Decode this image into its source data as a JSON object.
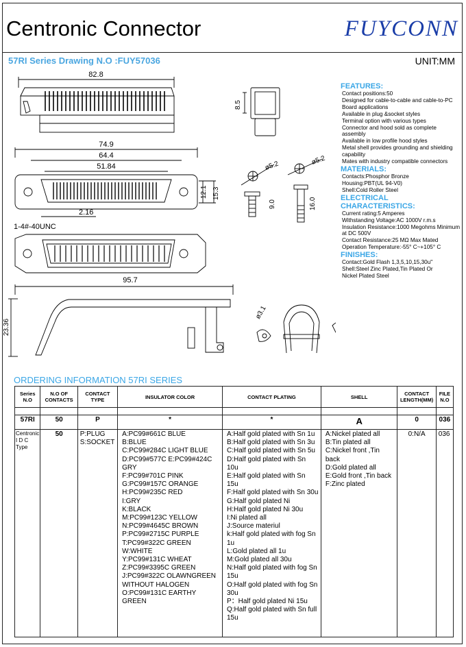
{
  "header": {
    "title": "Centronic Connector",
    "brand": "FUYCONN",
    "series_line": "57RI Series   Drawing N.O :FUY57036",
    "unit": "UNIT:MM"
  },
  "drawing": {
    "dim_82_8": "82.8",
    "dim_8_5": "8.5",
    "dim_74_9": "74.9",
    "dim_64_4": "64.4",
    "dim_51_84": "51.84",
    "dim_12_1": "12.1",
    "dim_15_3": "15.3",
    "dim_2_16": "2.16",
    "dim_thread": "1-4#-40UNC",
    "dim_phi52_a": "ø5.2",
    "dim_phi52_b": "ø5.2",
    "dim_9_0": "9.0",
    "dim_16_0": "16.0",
    "dim_95_7": "95.7",
    "dim_23_36": "23.36",
    "dim_phi31": "ø3.1"
  },
  "features": {
    "h_features": "FEATURES:",
    "features": [
      "Contact positions:50",
      "Designed for cable-to-cable and cable-to-PC",
      "Board applications",
      "Available in plug &socket styles",
      "Terminal option with various types",
      "Connector and hood sold as complete",
      " assembly",
      "Available in low profile hood styles",
      "Metal shell provides grounding and shielding",
      "capability",
      "Mates with industry compatible connectors"
    ],
    "h_materials": "MATERIALS:",
    "materials": [
      "Contacts:Phosphor Bronze",
      "Housing:PBT(UL 94-V0)",
      "Shell:Cold Roller Steel"
    ],
    "h_electrical": "ELECTRICAL CHARACTERISTICS:",
    "electrical": [
      "Current rating:5 Amperes",
      "Withstanding Voltage:AC 1000V r.m.s",
      "Insulation Resistance:1000  Megohms Minimum",
      "at DC 500V",
      "Contact Resistance:25 MΩ  Max Mated",
      "Operation Temperature:-55° C~+105°  C"
    ],
    "h_finishes": "FINISHES:",
    "finishes": [
      "Contact:Gold Flash 1,3,5,10,15,30u\"",
      "Shell:Steel Zinc Plated,Tin Plated Or",
      " Nickel Plated Steel"
    ]
  },
  "ordering": {
    "title": "ORDERING INFORMATION 57RI SERIES",
    "headers": {
      "series": "Series N.O",
      "contacts": "N.O OF CONTACTS",
      "type": "CONTACT TYPE",
      "color": "INSULATOR COLOR",
      "plating": "CONTACT PLATING",
      "shell": "SHELL",
      "length": "CONTACT LENGTH(MM)",
      "file": "FILE N.O"
    },
    "code": {
      "series": "57RI",
      "contacts": "50",
      "type": "P",
      "color": "*",
      "plating": "*",
      "shell": "A",
      "length": "0",
      "file": "036"
    },
    "detail": {
      "series": [
        "Centronic",
        "I D C",
        "Type"
      ],
      "contacts": "50",
      "type": [
        "P:PLUG",
        "S:SOCKET"
      ],
      "colors": [
        "A:PC99#661C BLUE",
        "B:BLUE",
        "C:PC99#284C LIGHT BLUE",
        "D:PC99#577C E:PC99#424C GRY",
        "F:PC99#701C PINK",
        "G:PC99#157C ORANGE",
        "H:PC99#235C RED",
        "I:GRY",
        "K:BLACK",
        "M:PC99#123C  YELLOW",
        "N:PC99#4645C BROWN",
        "P:PC99#2715C PURPLE",
        "T:PC99#322C GREEN",
        "W:WHITE",
        "Y:PC99#131C WHEAT",
        "Z:PC99#3395C GREEN",
        "J:PC99#322C OLAWNGREEN WITHOUT HALOGEN",
        "O:PC99#131C EARTHY GREEN"
      ],
      "plating": [
        "A:Half gold plated with Sn 1u",
        "B:Half gold plated with Sn 3u",
        "C:Half gold plated with Sn 5u",
        "D:Half gold plated with Sn 10u",
        "E:Half gold plated with Sn 15u",
        "F:Half gold plated with Sn 30u",
        "G:Half gold plated Ni",
        "H:Half gold plated Ni 30u",
        "I:Ni plated all",
        "J:Source materiul",
        "k:Half gold plated with fog Sn 1u",
        "L:Gold plated all 1u",
        "M:Gold plated all 30u",
        "N:Half gold plated with fog Sn 15u",
        "O:Half gold plated with fog Sn 30u",
        "P：Half gold plated Ni 15u",
        "Q:Half gold plated with Sn full 15u"
      ],
      "shell": [
        "A:Nickel plated all",
        "B:Tin plated all",
        "C:Nickel front ,Tin back",
        "D:Gold plated all",
        "E:Gold front ,Tin back",
        "F:Zinc plated"
      ],
      "length": "0:N/A",
      "file": "036"
    }
  }
}
